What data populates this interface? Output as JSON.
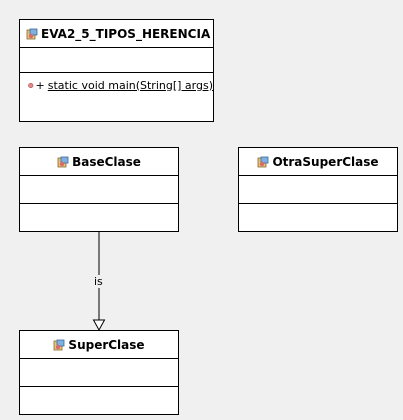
{
  "classes": {
    "main_class": {
      "name": "EVA2_5_TIPOS_HERENCIA",
      "methods": [
        {
          "visibility": "+",
          "signature": "static void main(String[] args)"
        }
      ]
    },
    "base_clase": {
      "name": "BaseClase"
    },
    "otra_super_clase": {
      "name": "OtraSuperClase"
    },
    "super_clase": {
      "name": "SuperClase"
    }
  },
  "relations": [
    {
      "from": "BaseClase",
      "to": "SuperClase",
      "type": "generalization",
      "label": "is"
    }
  ],
  "colors": {
    "background": "#f0f0f0",
    "class_fill": "#ffffff",
    "line": "#000000"
  },
  "icons": {
    "class_icon": "java-class-icon",
    "method_icon": "method-icon"
  }
}
